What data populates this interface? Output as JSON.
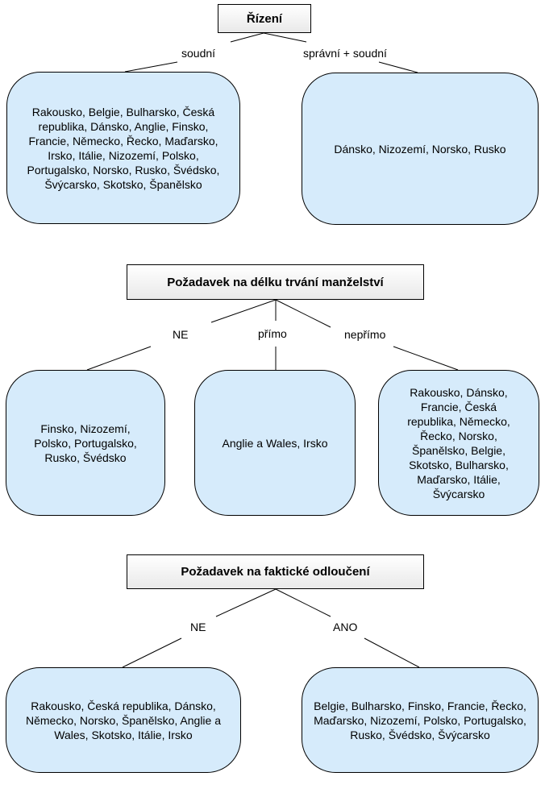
{
  "section1": {
    "header": "Řízení",
    "branches": [
      "soudní",
      "správní + soudní"
    ],
    "boxes": [
      "Rakousko, Belgie, Bulharsko, Česká republika, Dánsko, Anglie, Finsko, Francie, Německo, Řecko, Maďarsko, Irsko, Itálie, Nizozemí, Polsko, Portugalsko, Norsko, Rusko, Švédsko, Švýcarsko, Skotsko, Španělsko",
      "Dánsko, Nizozemí, Norsko, Rusko"
    ]
  },
  "section2": {
    "header": "Požadavek na délku trvání manželství",
    "branches": [
      "NE",
      "přímo",
      "nepřímo"
    ],
    "boxes": [
      "Finsko, Nizozemí, Polsko, Portugalsko, Rusko, Švédsko",
      "Anglie a Wales, Irsko",
      "Rakousko, Dánsko, Francie, Česká republika, Německo, Řecko, Norsko, Španělsko, Belgie, Skotsko, Bulharsko, Maďarsko, Itálie, Švýcarsko"
    ]
  },
  "section3": {
    "header": "Požadavek na faktické odloučení",
    "branches": [
      "NE",
      "ANO"
    ],
    "boxes": [
      "Rakousko, Česká republika, Dánsko, Německo, Norsko, Španělsko, Anglie a Wales, Skotsko, Itálie, Irsko",
      "Belgie, Bulharsko, Finsko, Francie, Řecko, Maďarsko, Nizozemí, Polsko, Portugalsko, Rusko, Švédsko, Švýcarsko"
    ]
  }
}
